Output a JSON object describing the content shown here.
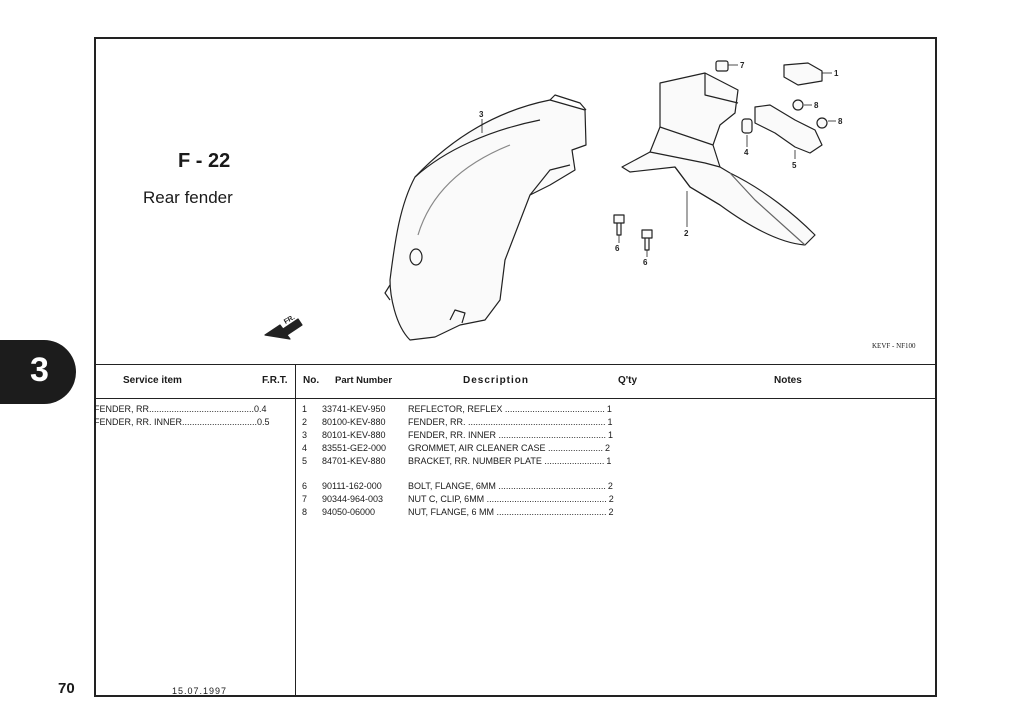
{
  "section_tab": "3",
  "page_number": "70",
  "date": "15.07.1997",
  "figure": {
    "code": "F - 22",
    "title": "Rear fender",
    "diagram_code": "KEVF - NF100",
    "front_label": "FR.",
    "callouts": [
      "1",
      "2",
      "3",
      "4",
      "5",
      "6",
      "6",
      "7",
      "8",
      "8"
    ]
  },
  "table": {
    "headers": {
      "service_item": "Service item",
      "frt": "F.R.T.",
      "no": "No.",
      "part_number": "Part Number",
      "description": "Description",
      "qty": "Q'ty",
      "notes": "Notes"
    },
    "service_items": [
      {
        "text": "FENDER, RR..........................................",
        "frt": "0.4"
      },
      {
        "text": "FENDER, RR. INNER..............................",
        "frt": "0.5"
      }
    ],
    "parts": [
      {
        "no": "1",
        "part": "33741-KEV-950",
        "desc": "REFLECTOR, REFLEX ........................................",
        "qty": "1"
      },
      {
        "no": "2",
        "part": "80100-KEV-880",
        "desc": "FENDER, RR. .......................................................",
        "qty": "1"
      },
      {
        "no": "3",
        "part": "80101-KEV-880",
        "desc": "FENDER, RR. INNER ...........................................",
        "qty": "1"
      },
      {
        "no": "4",
        "part": "83551-GE2-000",
        "desc": "GROMMET, AIR CLEANER CASE ......................",
        "qty": "2"
      },
      {
        "no": "5",
        "part": "84701-KEV-880",
        "desc": "BRACKET, RR. NUMBER PLATE ........................",
        "qty": "1"
      },
      {
        "no": "6",
        "part": "90111-162-000",
        "desc": "BOLT, FLANGE, 6MM ...........................................",
        "qty": "2"
      },
      {
        "no": "7",
        "part": "90344-964-003",
        "desc": "NUT C, CLIP, 6MM ................................................",
        "qty": "2"
      },
      {
        "no": "8",
        "part": "94050-06000",
        "desc": "NUT, FLANGE, 6 MM ............................................",
        "qty": "2"
      }
    ]
  }
}
